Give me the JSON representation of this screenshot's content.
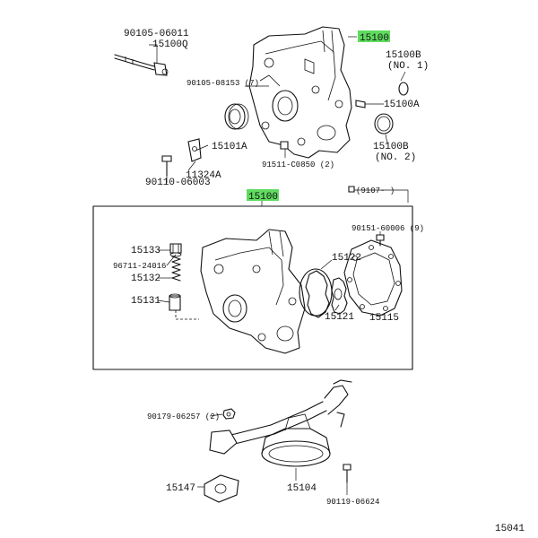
{
  "top": {
    "part_90105_06011": "90105-06011",
    "part_15100Q": "15100Q",
    "part_15100_top": "15100",
    "part_15100B_1": "15100B",
    "note_no1": "(NO. 1)",
    "part_90105_08153": "90105-08153 (7)",
    "part_15100A": "15100A",
    "part_15101A": "15101A",
    "part_15100B_2": "15100B",
    "note_no2": "(NO. 2)",
    "part_91511_C0850": "91511-C0850 (2)",
    "part_11324A": "11324A",
    "part_90110_06003": "90110-06003"
  },
  "middle": {
    "part_15100_mid": "15100",
    "date_note": "(9107-  )",
    "part_90151_60006": "90151-60006 (9)",
    "part_15133": "15133",
    "part_96711_24016": "96711-24016",
    "part_15132": "15132",
    "part_15122": "15122",
    "part_15131": "15131",
    "part_15121": "15121",
    "part_15115": "15115"
  },
  "bottom": {
    "part_90179_06257": "90179-06257 (2)",
    "part_15147": "15147",
    "part_15104": "15104",
    "part_90119_06624": "90119-06624"
  },
  "figure_number": "15041",
  "colors": {
    "highlight": "#5fdc5f",
    "ink": "#111111"
  }
}
